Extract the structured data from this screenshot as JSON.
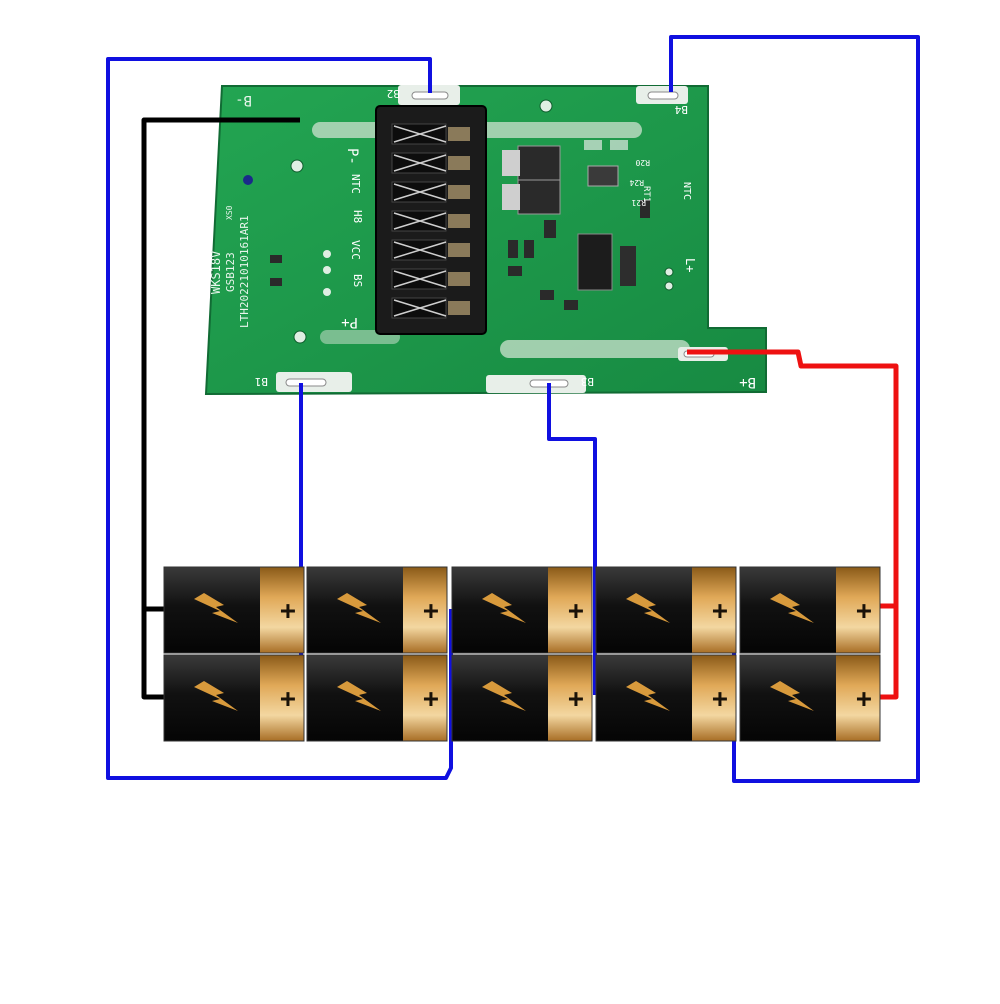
{
  "board": {
    "text_line_1": "WKS18V",
    "text_line_2": "GSB123",
    "text_line_3": "LTH20221010161AR1",
    "code_xs": "XS0"
  },
  "labels": {
    "b_minus": "B-",
    "b2": "B2",
    "b4": "B4",
    "b1": "B1",
    "b3": "B3",
    "b_plus": "B+",
    "p_minus": "P-",
    "p_plus": "P+",
    "ntc": "NTC",
    "h8": "H8",
    "vcc": "VCC",
    "bs": "BS",
    "ntc_right": "NTC",
    "rt1": "RT1",
    "l_plus": "L+",
    "r20": "R20",
    "r24": "R24",
    "r21": "R21"
  },
  "colors": {
    "pcb": "#1f9a4b",
    "pcb_dark": "#15803d",
    "connector": "#1b1b1b",
    "wire_blue": "#1010e0",
    "wire_black": "#000000",
    "wire_red": "#ee1111",
    "battery_black": "#111111",
    "battery_gold": "#c58a2e",
    "bolt": "#d89a3c"
  },
  "battery": {
    "terminal_symbol": "+",
    "icon": "lightning-bolt-icon"
  }
}
